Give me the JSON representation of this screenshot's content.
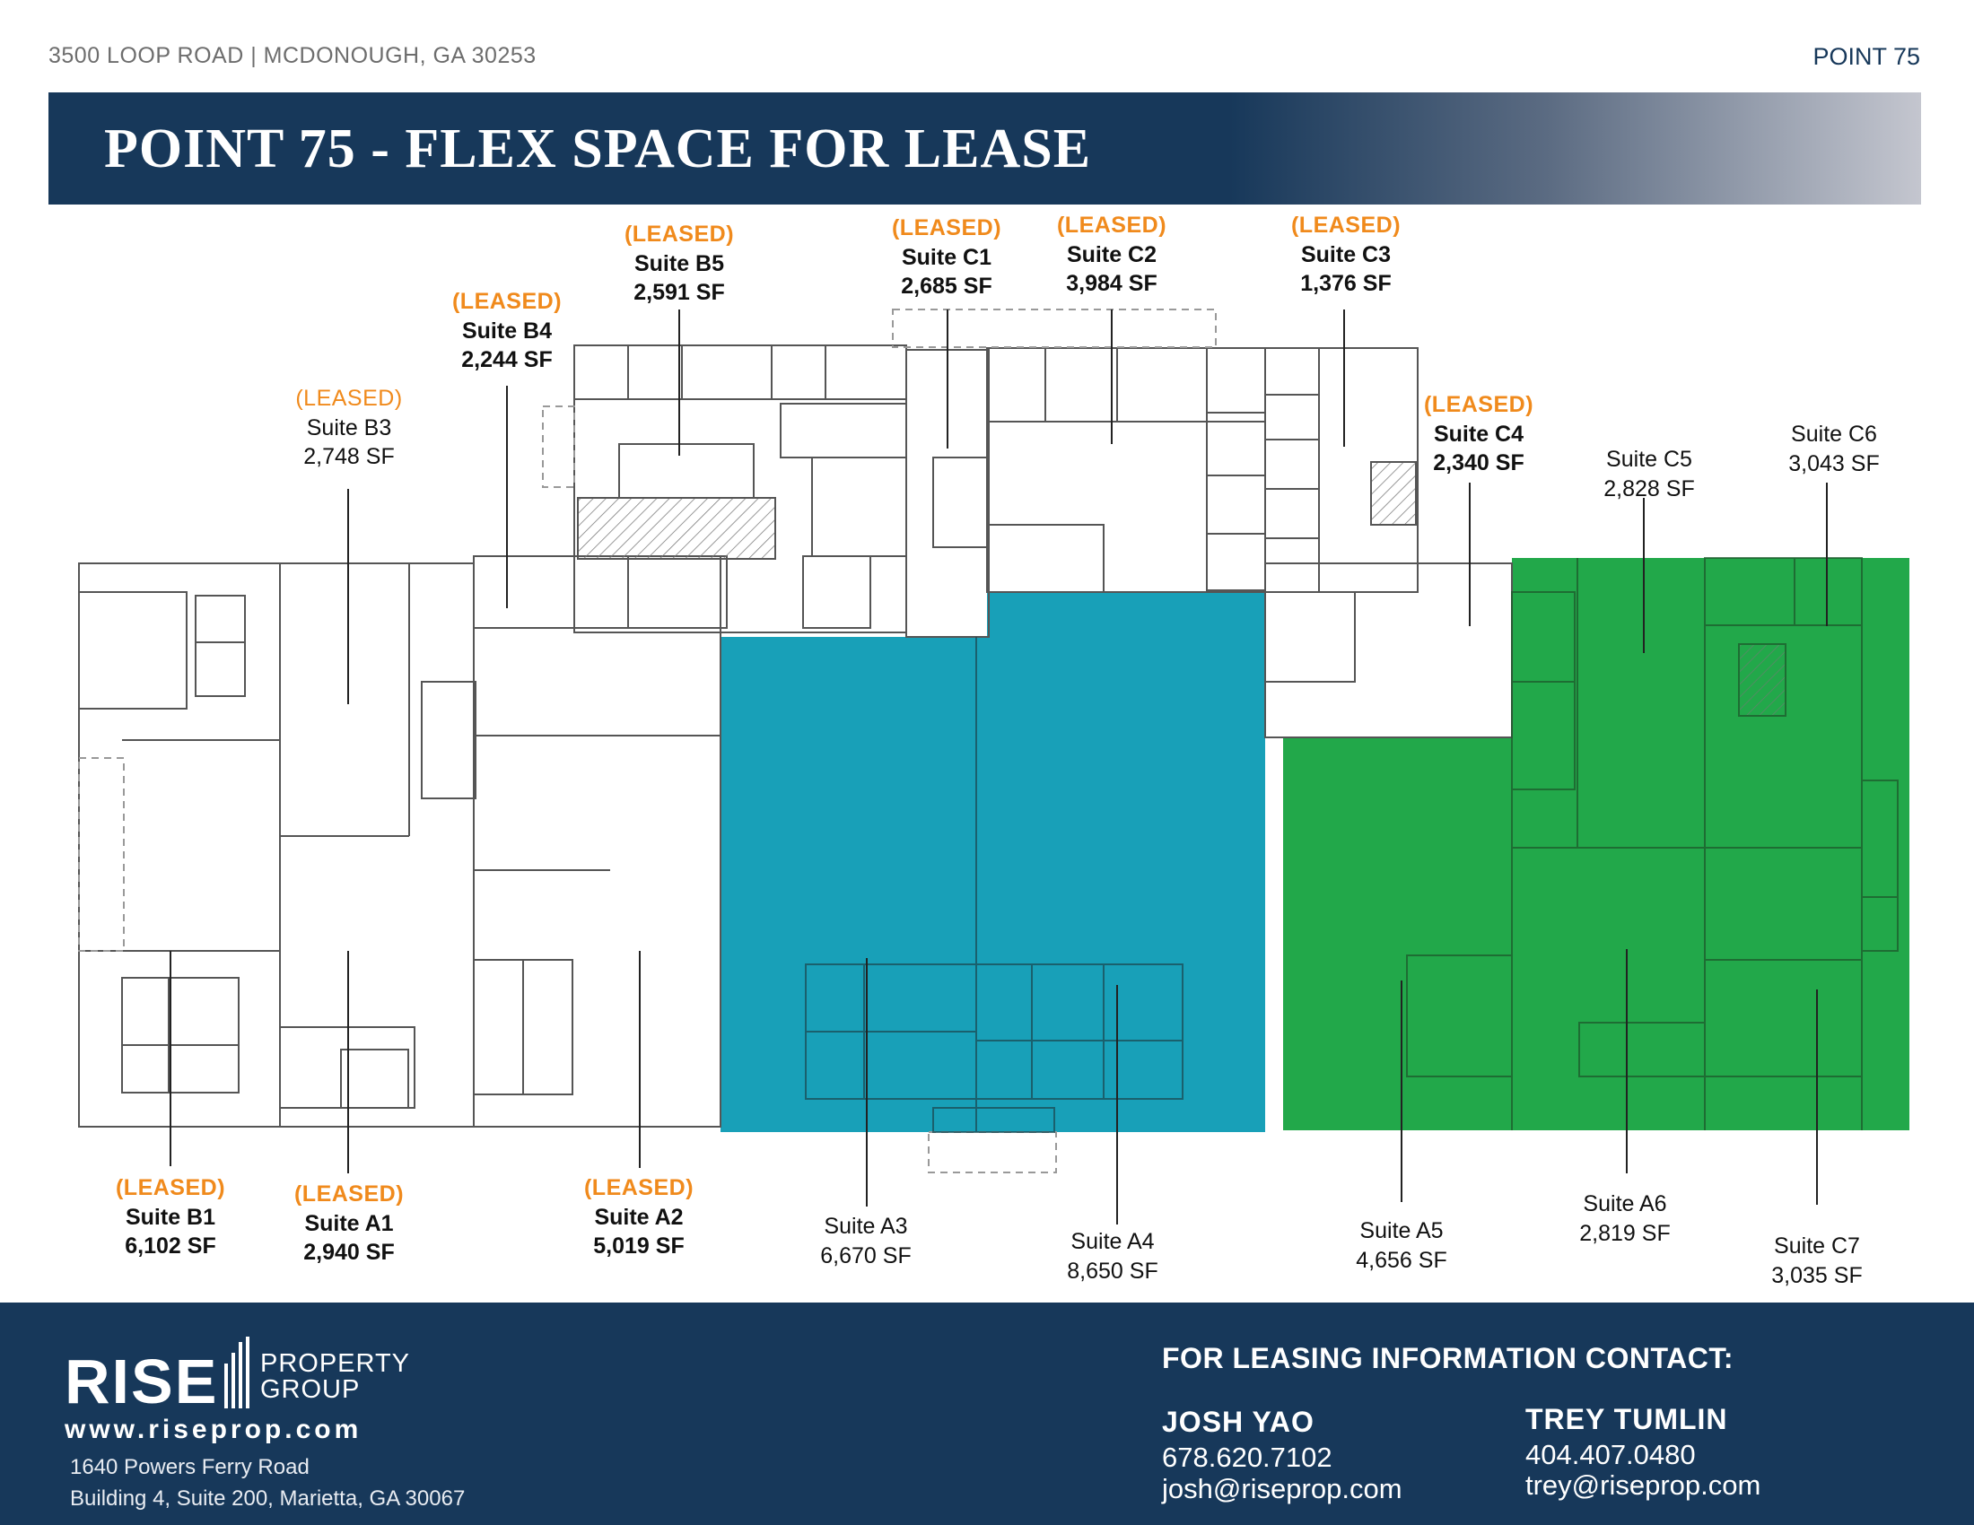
{
  "header": {
    "address": "3500 LOOP ROAD | MCDONOUGH, GA 30253",
    "brand": "POINT 75",
    "title": "POINT 75 - FLEX SPACE FOR LEASE"
  },
  "colors": {
    "navy": "#17385a",
    "leased_orange": "#f08a1c",
    "suite_blue": "#18a0b8",
    "suite_green": "#22a84a",
    "wall": "#555555"
  },
  "suites": {
    "B3": {
      "status": "(LEASED)",
      "name": "Suite B3",
      "sf": "2,748 SF"
    },
    "B4": {
      "status": "(LEASED)",
      "name": "Suite B4",
      "sf": "2,244 SF"
    },
    "B5": {
      "status": "(LEASED)",
      "name": "Suite B5",
      "sf": "2,591 SF"
    },
    "C1": {
      "status": "(LEASED)",
      "name": "Suite C1",
      "sf": "2,685 SF"
    },
    "C2": {
      "status": "(LEASED)",
      "name": "Suite C2",
      "sf": "3,984 SF"
    },
    "C3": {
      "status": "(LEASED)",
      "name": "Suite C3",
      "sf": "1,376 SF"
    },
    "C4": {
      "status": "(LEASED)",
      "name": "Suite C4",
      "sf": "2,340 SF"
    },
    "C5": {
      "name": "Suite C5",
      "sf": "2,828 SF"
    },
    "C6": {
      "name": "Suite C6",
      "sf": "3,043 SF"
    },
    "B1": {
      "status": "(LEASED)",
      "name": "Suite B1",
      "sf": "6,102 SF"
    },
    "A1": {
      "status": "(LEASED)",
      "name": "Suite A1",
      "sf": "2,940 SF"
    },
    "A2": {
      "status": "(LEASED)",
      "name": "Suite A2",
      "sf": "5,019 SF"
    },
    "A3": {
      "name": "Suite A3",
      "sf": "6,670 SF"
    },
    "A4": {
      "name": "Suite A4",
      "sf": "8,650 SF"
    },
    "A5": {
      "name": "Suite A5",
      "sf": "4,656 SF"
    },
    "A6": {
      "name": "Suite A6",
      "sf": "2,819 SF"
    },
    "C7": {
      "name": "Suite C7",
      "sf": "3,035 SF"
    }
  },
  "footer": {
    "logo_word": "RISE",
    "logo_line1": "PROPERTY",
    "logo_line2": "GROUP",
    "website": "www.riseprop.com",
    "office_line1": "1640 Powers Ferry Road",
    "office_line2": "Building 4, Suite 200, Marietta, GA 30067",
    "contact_heading": "FOR LEASING INFORMATION CONTACT:",
    "contacts": [
      {
        "name": "JOSH YAO",
        "phone": "678.620.7102",
        "email": "josh@riseprop.com"
      },
      {
        "name": "TREY TUMLIN",
        "phone": "404.407.0480",
        "email": "trey@riseprop.com"
      }
    ]
  }
}
